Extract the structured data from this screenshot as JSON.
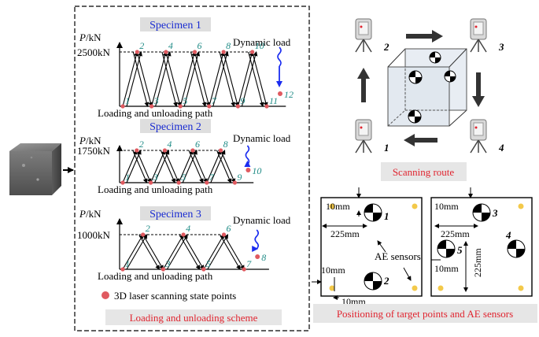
{
  "scheme": {
    "specimens": [
      {
        "title": "Specimen 1",
        "axis_label_var": "P",
        "axis_label_unit": "/kN",
        "peak_label": "2500kN",
        "dynamic_label": "Dynamic load",
        "path_label": "Loading and unloading path",
        "point_numbers": [
          "1",
          "2",
          "3",
          "4",
          "5",
          "6",
          "7",
          "8",
          "9",
          "10",
          "11",
          "12"
        ]
      },
      {
        "title": "Specimen 2",
        "axis_label_var": "P",
        "axis_label_unit": "/kN",
        "peak_label": "1750kN",
        "dynamic_label": "Dynamic load",
        "path_label": "Loading and unloading path",
        "point_numbers": [
          "1",
          "2",
          "3",
          "4",
          "5",
          "6",
          "7",
          "8",
          "9",
          "10"
        ]
      },
      {
        "title": "Specimen 3",
        "axis_label_var": "P",
        "axis_label_unit": "/kN",
        "peak_label": "1000kN",
        "dynamic_label": "Dynamic load",
        "path_label": "Loading and unloading path",
        "point_numbers": [
          "1",
          "2",
          "3",
          "4",
          "5",
          "6",
          "7",
          "8"
        ]
      }
    ],
    "legend_label": "3D laser scanning state points",
    "scheme_caption": "Loading and unloading scheme"
  },
  "scanning": {
    "scanner_numbers": [
      "2",
      "3",
      "1",
      "4"
    ],
    "caption": "Scanning route"
  },
  "positioning": {
    "left_panel": {
      "dim_10mm_top": "10mm",
      "dim_225mm": "225mm",
      "ae_label": "AE sensors",
      "dim_10mm_side": "10mm",
      "dim_10mm_bottom": "10mm",
      "target_labels": [
        "1",
        "2"
      ]
    },
    "right_panel": {
      "dim_10mm_top": "10mm",
      "dim_225mm_h": "225mm",
      "dim_225mm_v": "225mm",
      "dim_10mm_side": "10mm",
      "target_labels": [
        "3",
        "4",
        "5"
      ]
    },
    "caption": "Positioning of target points and AE sensors"
  },
  "colors": {
    "caption_bg": "#e6e6e6",
    "title_bg": "#dedede",
    "title_text": "#1a2cd1",
    "caption_text": "#e0242f",
    "point_red": "#e05a60",
    "teal": "#1f8b86",
    "sensor_yellow": "#f3c94a",
    "blue_arrow": "#1a2cf0"
  }
}
